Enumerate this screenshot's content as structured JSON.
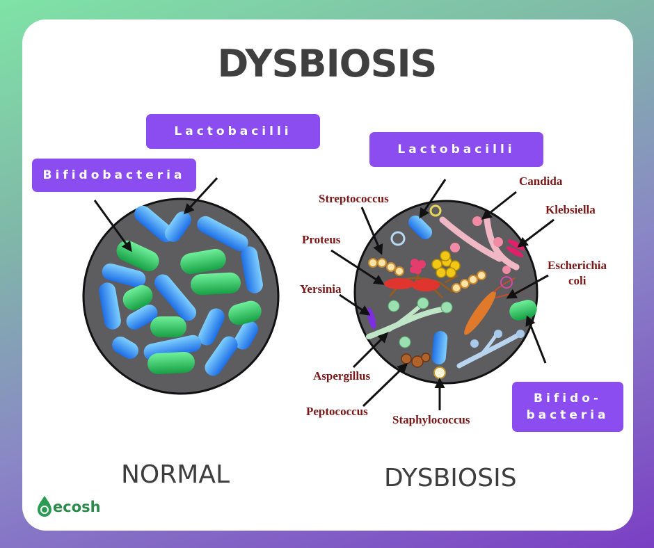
{
  "title": "DYSBIOSIS",
  "normal": {
    "caption": "NORMAL",
    "label_lacto": "Lactobacilli",
    "label_bifido": "Bifidobacteria"
  },
  "dysbiosis": {
    "caption": "DYSBIOSIS",
    "label_lacto": "Lactobacilli",
    "label_bifido_1": "Bifido-",
    "label_bifido_2": "bacteria",
    "labels": {
      "streptococcus": "Streptococcus",
      "proteus": "Proteus",
      "yersinia": "Yersinia",
      "aspergillus": "Aspergillus",
      "peptococcus": "Peptococcus",
      "staphylococcus": "Staphylococcus",
      "candida": "Candida",
      "klebsiella": "Klebsiella",
      "escherichia_1": "Escherichia",
      "escherichia_2": "coli"
    }
  },
  "brand": {
    "name": "ecosh"
  },
  "colors": {
    "accent": "#8b4df0",
    "lacto": "#2d8ff0",
    "bifido": "#23c454",
    "dish": "#5f5f61",
    "label": "#7a1616"
  }
}
